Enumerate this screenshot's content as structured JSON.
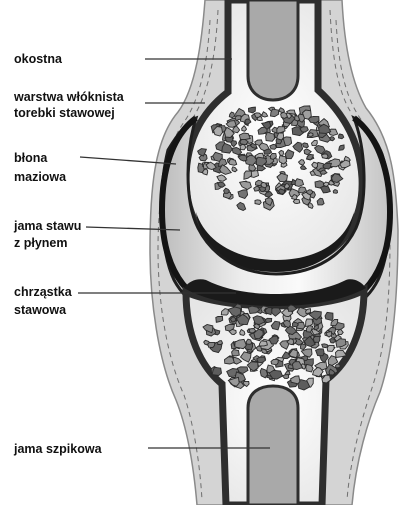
{
  "labels": {
    "periosteum": "okostna",
    "fibrous_layer_line1": "warstwa włóknista",
    "fibrous_layer_line2": "torebki stawowej",
    "synovial_line1": "błona",
    "synovial_line2": "maziowa",
    "cavity_line1": "jama stawu",
    "cavity_line2": "z płynem",
    "cartilage_line1": "chrząstka",
    "cartilage_line2": "stawowa",
    "marrow": "jama szpikowa"
  },
  "colors": {
    "capsule": "#d4d4d4",
    "cortex": "#2e2e2e",
    "spongy_bg": "#f2f2f2",
    "marrow": "#a9a9a9",
    "cartilage": "#1a1a1a",
    "synovial_fluid": "#c6c6c6",
    "leader": "#333333"
  }
}
